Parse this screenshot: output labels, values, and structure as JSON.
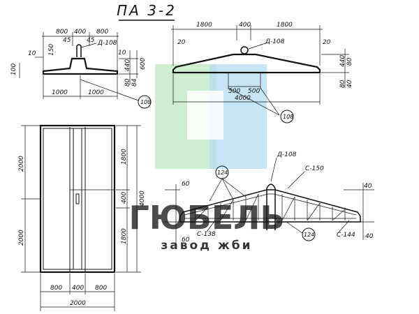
{
  "title": "ПА 3-2",
  "colors": {
    "ink": "#111111",
    "wm_green": "#bfe7c0",
    "wm_blue": "#b5dcf2",
    "wm_gray": "#c4c4c4"
  },
  "watermark": {
    "brand": "ГЮБЕЛЬ",
    "tagline": "завод жби"
  },
  "front_view": {
    "dim_800_left": "800",
    "dim_400": "400",
    "dim_800_right": "800",
    "dim_45_left": "45",
    "dim_45_right": "45",
    "dim_150": "150",
    "dim_10_left": "10",
    "dim_10_right": "10",
    "dim_100": "100",
    "dim_440": "440",
    "dim_600": "600",
    "dim_80": "80",
    "dim_84": "84",
    "dim_1000_left": "1000",
    "dim_1000_right": "1000",
    "loop_label": "Д-108",
    "rebar_callout": "108"
  },
  "side_view": {
    "dim_1800_left": "1800",
    "dim_400": "400",
    "dim_1800_right": "1800",
    "dim_20_left": "20",
    "dim_20_right": "20",
    "loop_label": "Д-108",
    "dim_440": "440",
    "dim_80_a": "80",
    "dim_80_b": "80",
    "dim_40": "40",
    "dim_500_left": "500",
    "dim_500_right": "500",
    "dim_4000": "4000",
    "rebar_callout": "108"
  },
  "plan_view": {
    "dim_2000_top": "2000",
    "dim_2000_bottom": "2000",
    "dim_1800_top": "1800",
    "dim_1800_bottom": "1800",
    "dim_400": "400",
    "dim_4000": "4000",
    "dim_800_left": "800",
    "dim_400_center": "400",
    "dim_800_right": "800",
    "dim_2000_width": "2000"
  },
  "rebar_view": {
    "label_d108": "Д-108",
    "label_c150": "С-150",
    "label_c138": "С-138",
    "label_c144": "С-144",
    "callout_top": "124",
    "callout_bottom": "124",
    "dim_60_top": "60",
    "dim_60_bottom": "60",
    "dim_40_top": "40",
    "dim_40_bottom": "40"
  }
}
